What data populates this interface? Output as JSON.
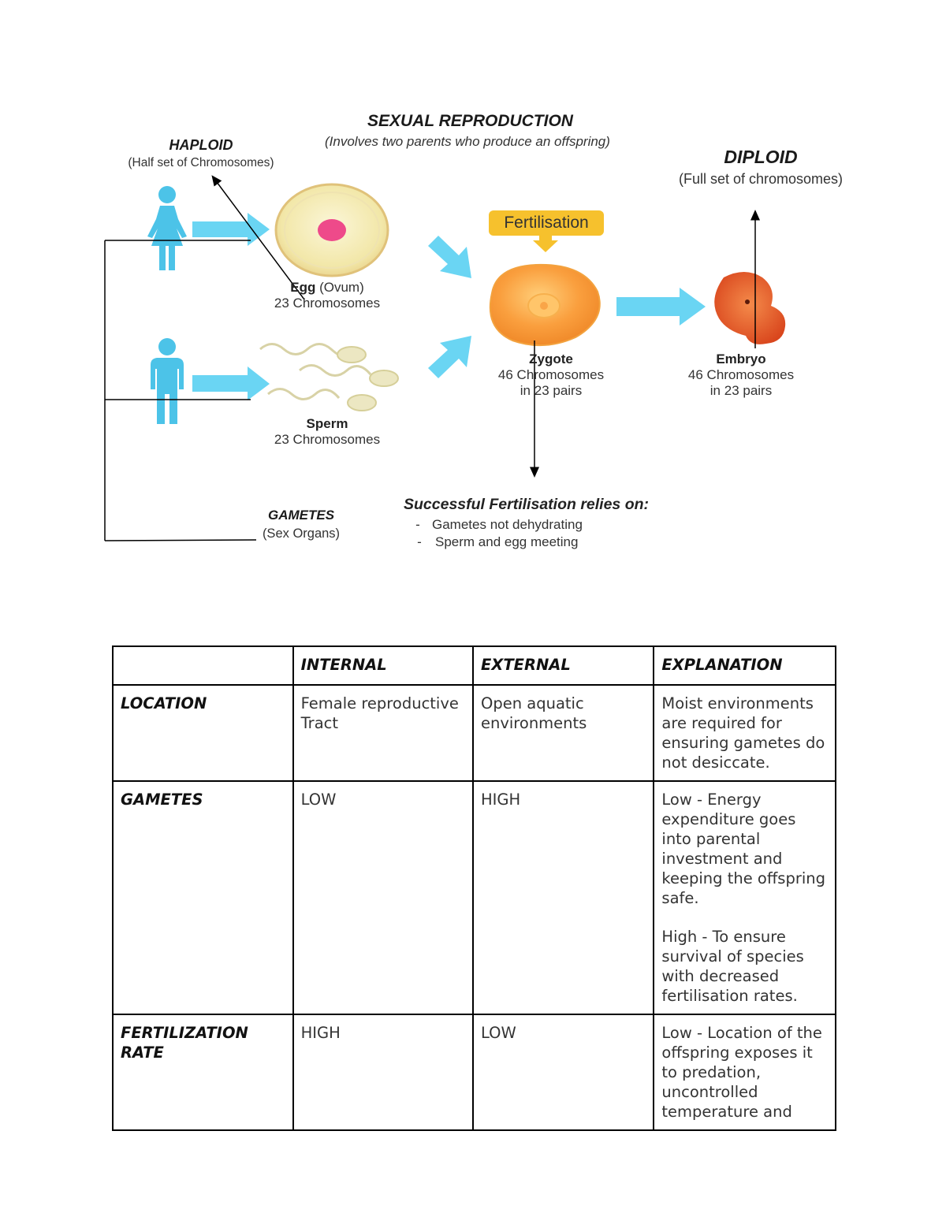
{
  "diagram": {
    "title": "SEXUAL REPRODUCTION",
    "subtitle": "(Involves two parents who produce an offspring)",
    "haploid": {
      "title": "HAPLOID",
      "subtitle": "(Half set of Chromosomes)"
    },
    "diploid": {
      "title": "DIPLOID",
      "subtitle": "(Full set of chromosomes)"
    },
    "fertilisation_label": "Fertilisation",
    "egg": {
      "name": "Egg",
      "name_suffix": "(Ovum)",
      "chromosomes": "23 Chromosomes"
    },
    "sperm": {
      "name": "Sperm",
      "chromosomes": "23 Chromosomes"
    },
    "zygote": {
      "name": "Zygote",
      "chromosomes": "46 Chromosomes",
      "pairs": "in 23 pairs"
    },
    "embryo": {
      "name": "Embryo",
      "chromosomes": "46 Chromosomes",
      "pairs": "in 23 pairs"
    },
    "gametes": {
      "title": "GAMETES",
      "subtitle": "(Sex Organs)"
    },
    "success": {
      "title": "Successful Fertilisation relies on:",
      "items": [
        "Gametes not dehydrating",
        "Sperm and egg meeting"
      ]
    },
    "colors": {
      "arrow": "#5ad0f2",
      "figure": "#4cc3e8",
      "egg": "#f4eab0",
      "nucleus": "#ee4a8a",
      "zygote": "#f79a3a",
      "embryo": "#e0552a",
      "fert_box": "#f6c12d"
    }
  },
  "table": {
    "headers": [
      "",
      "INTERNAL",
      "EXTERNAL",
      "EXPLANATION"
    ],
    "rows": [
      {
        "label": "LOCATION",
        "internal": "Female reproductive Tract",
        "external": "Open aquatic environments",
        "explanation": [
          "Moist environments are required for ensuring gametes do not desiccate."
        ]
      },
      {
        "label": "GAMETES",
        "internal": "LOW",
        "external": "HIGH",
        "explanation": [
          "Low - Energy expenditure goes into parental investment and keeping the offspring safe.",
          "High - To ensure survival of species with decreased fertilisation rates."
        ]
      },
      {
        "label": "FERTILIZATION RATE",
        "internal": "HIGH",
        "external": "LOW",
        "explanation": [
          "Low - Location of the offspring exposes it to predation, uncontrolled temperature and"
        ]
      }
    ]
  }
}
